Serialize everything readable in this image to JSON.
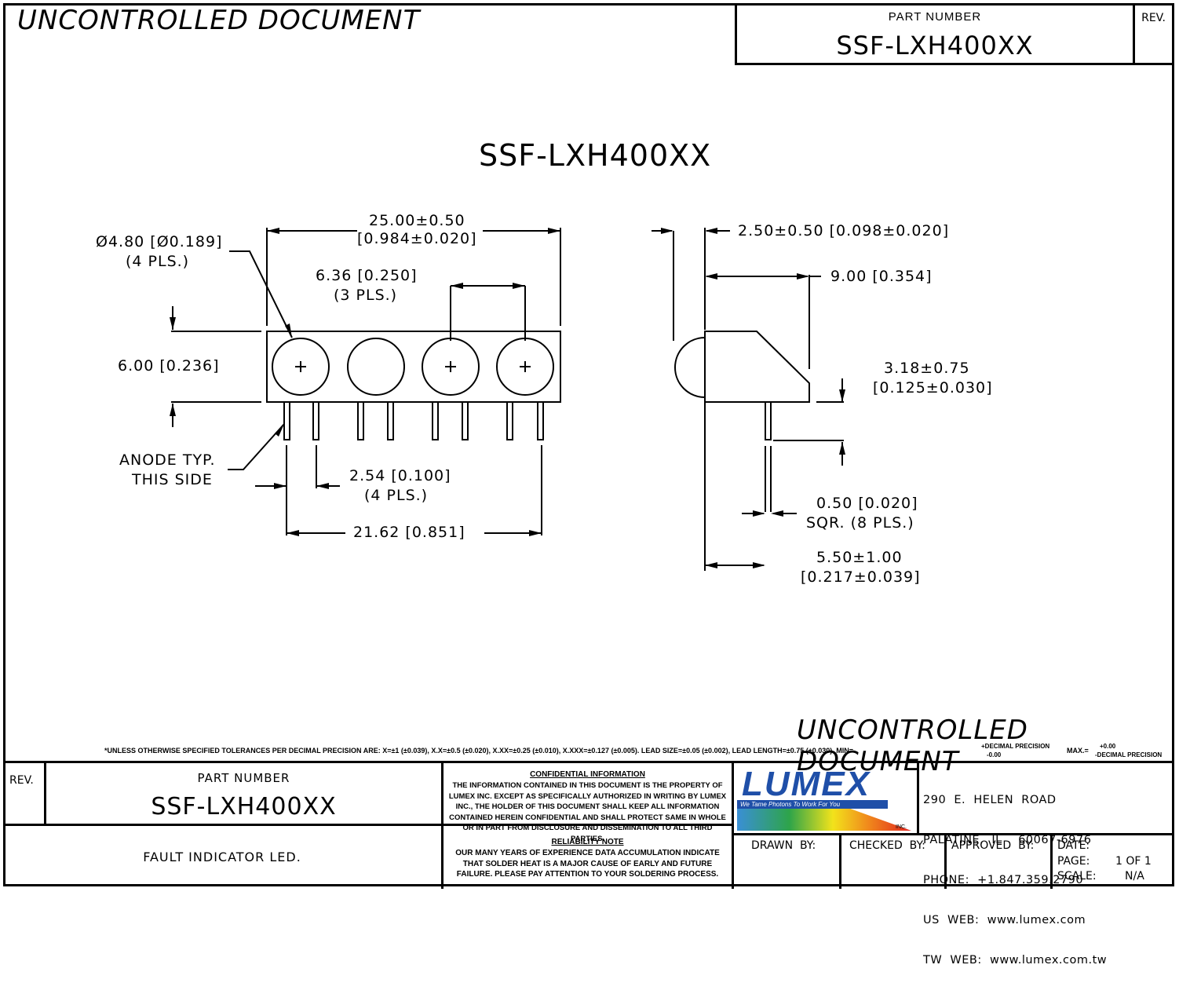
{
  "header": {
    "watermark_top": "UNCONTROLLED DOCUMENT",
    "part_number_label": "PART NUMBER",
    "part_number": "SSF-LXH400XX",
    "rev_label": "REV."
  },
  "drawing": {
    "title": "SSF-LXH400XX",
    "dims": {
      "overall_length": "25.00±0.50",
      "overall_length_in": "[0.984±0.020]",
      "lens_dia": "Ø4.80 [Ø0.189]",
      "lens_dia_qty": "(4 PLS.)",
      "pitch": "6.36 [0.250]",
      "pitch_qty": "(3 PLS.)",
      "height": "6.00 [0.236]",
      "anode_1": "ANODE TYP.",
      "anode_2": "THIS SIDE",
      "lead_pitch": "2.54 [0.100]",
      "lead_pitch_qty": "(4 PLS.)",
      "lead_span": "21.62 [0.851]",
      "lens_protrusion": "2.50±0.50 [0.098±0.020]",
      "depth": "9.00 [0.354]",
      "lead_offset": "3.18±0.75",
      "lead_offset_in": "[0.125±0.030]",
      "lead_size": "0.50 [0.020]",
      "lead_size_qty": "SQR. (8 PLS.)",
      "lead_length": "5.50±1.00",
      "lead_length_in": "[0.217±0.039]"
    }
  },
  "watermark_bottom": "UNCONTROLLED DOCUMENT",
  "tolerance_note": "*UNLESS OTHERWISE SPECIFIED TOLERANCES PER DECIMAL PRECISION ARE: X=±1 (±0.039), X.X=±0.5 (±0.020), X.XX=±0.25 (±0.010), X.XXX=±0.127 (±0.005).   LEAD SIZE=±0.05 (±0.002), LEAD LENGTH=±0.75 (±0.030). MIN=",
  "tolerance_min_top": "+DECIMAL PRECISION",
  "tolerance_min_bottom": "-0.00",
  "tolerance_max_label": "MAX.=",
  "tolerance_max_top": "+0.00",
  "tolerance_max_bottom": "-DECIMAL PRECISION",
  "title_block": {
    "rev_label": "REV.",
    "part_number_label": "PART NUMBER",
    "part_number": "SSF-LXH400XX",
    "description": "FAULT INDICATOR LED.",
    "confidential_title": "CONFIDENTIAL INFORMATION",
    "confidential_text": "THE INFORMATION CONTAINED IN THIS DOCUMENT IS THE PROPERTY OF LUMEX INC.  EXCEPT AS SPECIFICALLY AUTHORIZED IN WRITING BY LUMEX INC., THE HOLDER OF THIS DOCUMENT SHALL KEEP ALL INFORMATION CONTAINED HEREIN CONFIDENTIAL AND SHALL PROTECT SAME IN WHOLE OR IN PART FROM DISCLOSURE AND DISSEMINATION TO ALL THIRD PARTIES.",
    "reliability_title": "RELIABILITY NOTE",
    "reliability_text": "OUR MANY YEARS OF EXPERIENCE DATA ACCUMULATION INDICATE THAT SOLDER HEAT IS A MAJOR CAUSE OF EARLY AND FUTURE FAILURE. PLEASE PAY ATTENTION TO YOUR SOLDERING PROCESS.",
    "logo_text": "LUMEX",
    "logo_tagline": "We Tame Photons To Work For You",
    "logo_inc": "INC.",
    "address_1": "290  E.  HELEN  ROAD",
    "address_2": "PALATINE,  IL    60067-6976",
    "phone": "PHONE:  +1.847.359.2790",
    "us_web": "US  WEB:  www.lumex.com",
    "tw_web": "TW  WEB:  www.lumex.com.tw",
    "drawn_by": "DRAWN  BY:",
    "checked_by": "CHECKED  BY:",
    "approved_by": "APPROVED  BY:",
    "date": "DATE:",
    "page_label": "PAGE:",
    "page_value": "1 OF 1",
    "scale_label": "SCALE:",
    "scale_value": "N/A"
  }
}
